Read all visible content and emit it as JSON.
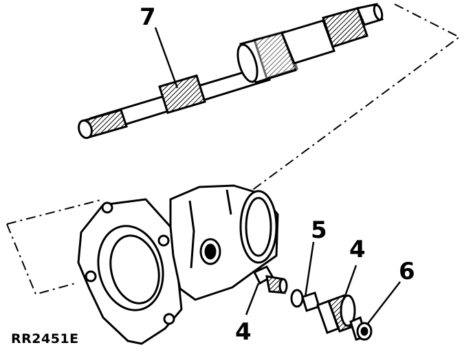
{
  "figure": {
    "figure_id": "RR2451E",
    "callouts": {
      "shaft": "7",
      "fitting_upper": "4",
      "fitting_lower": "4",
      "ring": "5",
      "cap": "6"
    }
  },
  "colors": {
    "ink": "#000000",
    "paper": "#ffffff"
  },
  "icons": [
    "input-shaft-drawing",
    "housing-drawing",
    "elbow-fitting-drawing",
    "o-ring-drawing",
    "straight-fitting-drawing",
    "plug-drawing"
  ]
}
